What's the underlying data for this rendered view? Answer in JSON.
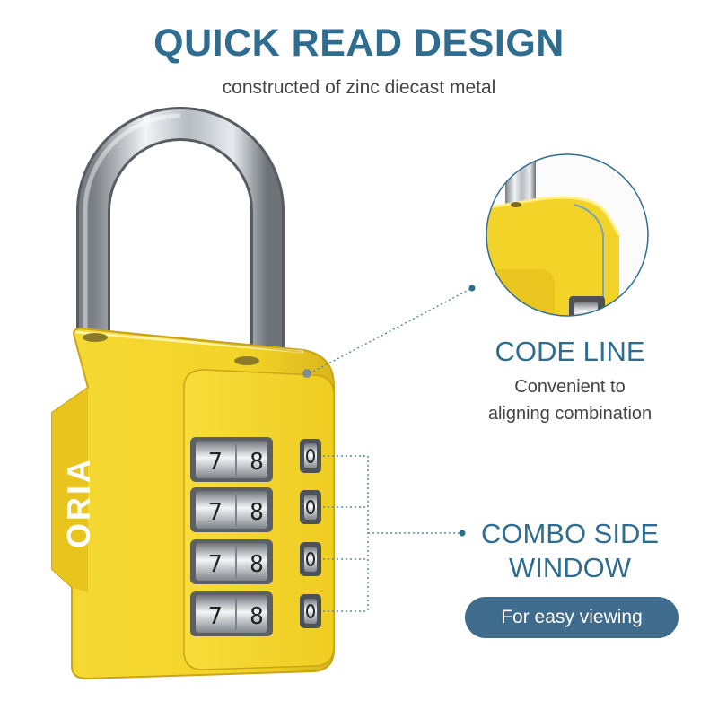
{
  "headline": "QUICK READ DESIGN",
  "subheadline": "constructed of zinc diecast metal",
  "brand": "ORIA",
  "dial_digits": [
    "7",
    "8"
  ],
  "code_line": {
    "title": "CODE LINE",
    "description_lines": [
      "Convenient to",
      "aligning combination"
    ]
  },
  "combo_window": {
    "title_lines": [
      "COMBO SIDE",
      "WINDOW"
    ],
    "badge": "For easy viewing"
  },
  "colors": {
    "heading": "#2f6d90",
    "body_text": "#444444",
    "lock_yellow": "#f3d327",
    "lock_shadow": "#d5b318",
    "badge_bg": "#3f6b8c",
    "callout_line": "#5b8aa6"
  }
}
